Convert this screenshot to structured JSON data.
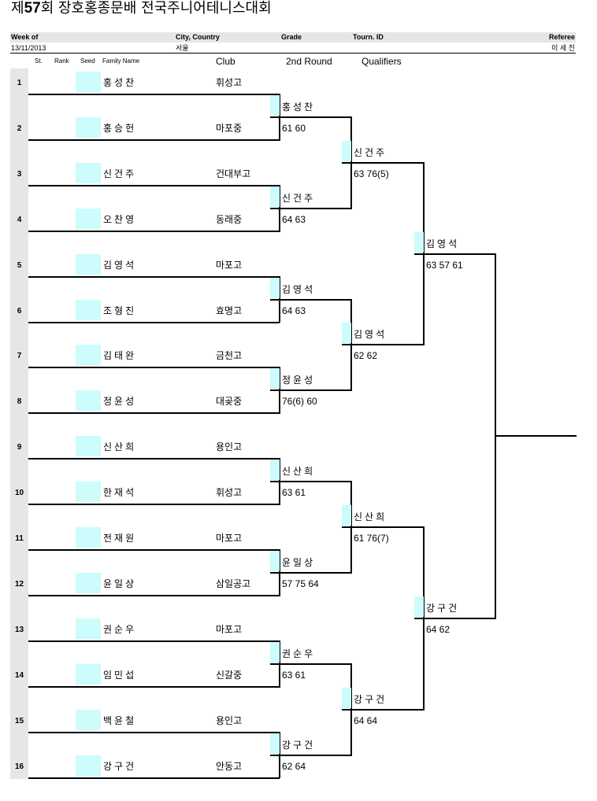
{
  "tournament": {
    "title_prefix": "제",
    "title_number": "57",
    "title_suffix": "회 장호홍종문배 전국주니어테니스대회"
  },
  "header": {
    "week_of_label": "Week of",
    "week_of_value": "13/11/2013",
    "city_label": "City, Country",
    "city_value": "서울",
    "grade_label": "Grade",
    "tourn_id_label": "Tourn. ID",
    "referee_label": "Referee",
    "referee_value": "이 세 진"
  },
  "columns": {
    "st": "St.",
    "rank": "Rank",
    "seed": "Seed",
    "family_name": "Family Name",
    "club": "Club",
    "round2": "2nd Round",
    "qualifiers": "Qualifiers"
  },
  "players": [
    {
      "num": "1",
      "name": "홍성찬",
      "club": "휘성고"
    },
    {
      "num": "2",
      "name": "홍승헌",
      "club": "마포중"
    },
    {
      "num": "3",
      "name": "신건주",
      "club": "건대부고"
    },
    {
      "num": "4",
      "name": "오찬영",
      "club": "동래중"
    },
    {
      "num": "5",
      "name": "김영석",
      "club": "마포고"
    },
    {
      "num": "6",
      "name": "조형진",
      "club": "효명고"
    },
    {
      "num": "7",
      "name": "김태완",
      "club": "금천고"
    },
    {
      "num": "8",
      "name": "정윤성",
      "club": "대곶중"
    },
    {
      "num": "9",
      "name": "신산희",
      "club": "용인고"
    },
    {
      "num": "10",
      "name": "한재석",
      "club": "휘성고"
    },
    {
      "num": "11",
      "name": "전재원",
      "club": "마포고"
    },
    {
      "num": "12",
      "name": "윤일상",
      "club": "삼일공고"
    },
    {
      "num": "13",
      "name": "권순우",
      "club": "마포고"
    },
    {
      "num": "14",
      "name": "임민섭",
      "club": "신갈중"
    },
    {
      "num": "15",
      "name": "백윤철",
      "club": "용인고"
    },
    {
      "num": "16",
      "name": "강구건",
      "club": "안동고"
    }
  ],
  "round2": [
    {
      "winner": "홍성찬",
      "score": "61 60"
    },
    {
      "winner": "신건주",
      "score": "64 63"
    },
    {
      "winner": "김영석",
      "score": "64 63"
    },
    {
      "winner": "정윤성",
      "score": "76(6) 60"
    },
    {
      "winner": "신산희",
      "score": "63 61"
    },
    {
      "winner": "윤일상",
      "score": "57 75 64"
    },
    {
      "winner": "권순우",
      "score": "63 61"
    },
    {
      "winner": "강구건",
      "score": "62 64"
    }
  ],
  "round3": [
    {
      "winner": "신건주",
      "score": "63 76(5)"
    },
    {
      "winner": "김영석",
      "score": "62 62"
    },
    {
      "winner": "신산희",
      "score": "61 76(7)"
    },
    {
      "winner": "강구건",
      "score": "64 64"
    }
  ],
  "qualifiers": [
    {
      "winner": "김영석",
      "score": "63 57 61"
    },
    {
      "winner": "강구건",
      "score": "64 62"
    }
  ]
}
